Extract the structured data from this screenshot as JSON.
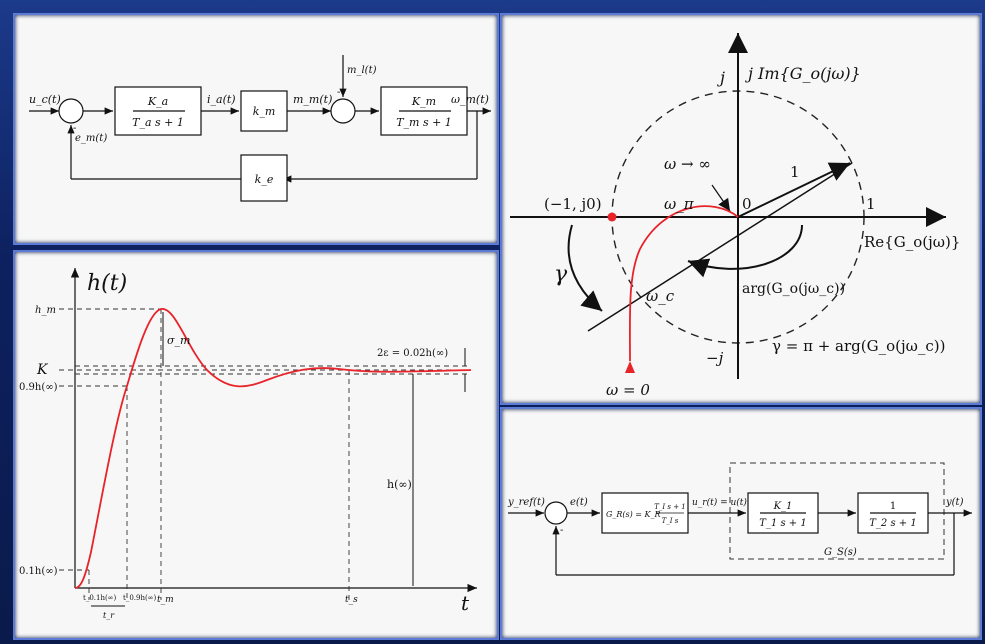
{
  "block_diagram": {
    "input": "u_c(t)",
    "error": "e_m(t)",
    "controller_num": "K_a",
    "controller_den": "T_a s + 1",
    "current": "i_a(t)",
    "gain_k_m": "k_m",
    "torque": "m_m(t)",
    "disturbance": "m_l(t)",
    "motor_num": "K_m",
    "motor_den": "T_m s + 1",
    "output": "ω_m(t)",
    "feedback_gain": "k_e",
    "sign_minus": "-"
  },
  "step_response": {
    "y_title": "h(t)",
    "x_title": "t",
    "label_hm": "h_m",
    "label_K": "K",
    "label_09": "0.9h(∞)",
    "label_01": "0.1h(∞)",
    "label_sigma": "σ_m",
    "label_band": "2ε = 0.02h(∞)",
    "label_hinf": "h(∞)",
    "tick_t01": "t_0.1h(∞)",
    "tick_t09": "t_0.9h(∞)",
    "tick_tr": "t_r",
    "tick_tm": "t_m",
    "tick_ts": "t_s",
    "curve_color": "#e8232a"
  },
  "nyquist": {
    "im_axis": "j Im{G_o(jω)}",
    "re_axis": "Re{G_o(jω)}",
    "label_j": "j",
    "label_minus_j": "−j",
    "label_one_axis": "1",
    "label_one_vec": "1",
    "label_origin": "0",
    "critical_point": "(−1, j0)",
    "omega_inf": "ω → ∞",
    "omega_pi": "ω_π",
    "omega_c": "ω_c",
    "omega_zero": "ω = 0",
    "gamma": "γ",
    "arg_label": "arg(G_o(jω_c))",
    "gamma_formula": "γ = π + arg(G_o(jω_c))",
    "curve_color": "#e8232a"
  },
  "loop_diagram": {
    "input": "y_ref(t)",
    "error": "e(t)",
    "controller": "G_R(s) = K_R (T_I s+1)/(T_I s)",
    "controller_lhs": "G_R(s) = K_R",
    "controller_frac_num": "T_I s + 1",
    "controller_frac_den": "T_I s",
    "control_signal": "u_r(t) = u(t)",
    "plant1_num": "K_1",
    "plant1_den": "T_1 s + 1",
    "plant2_num": "1",
    "plant2_den": "T_2 s + 1",
    "plant_label": "G_S(s)",
    "output": "y(t)",
    "sign_minus": "-"
  }
}
